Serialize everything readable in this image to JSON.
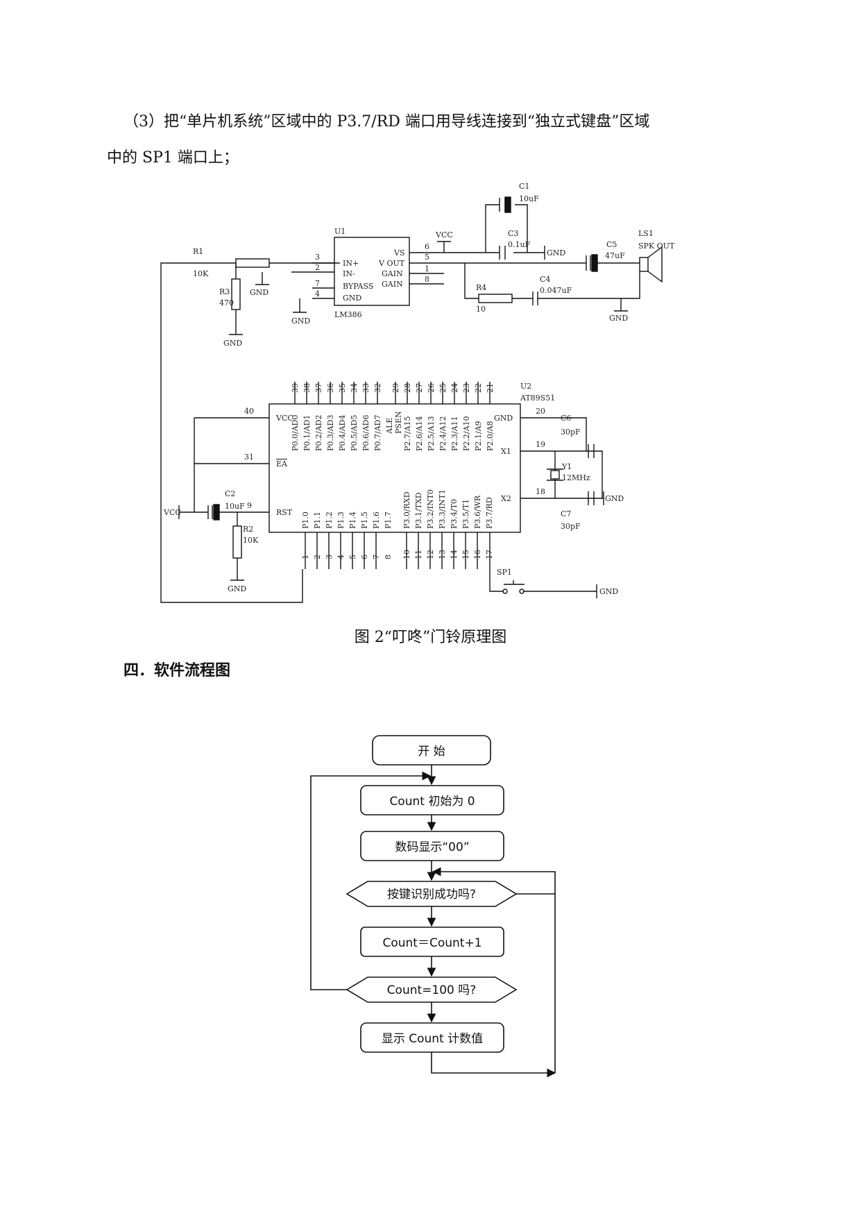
{
  "step_text": {
    "prefix": "（3）把“单片机系统”区域中的 P3.7/RD 端口用导线连接到“独立式键盘”区域",
    "suffix": "中的 SP1 端口上；"
  },
  "schematic": {
    "lm386": {
      "ref": "U1",
      "part": "LM386",
      "left_pins": [
        {
          "num": "3",
          "name": "IN+"
        },
        {
          "num": "2",
          "name": "IN-"
        },
        {
          "num": "7",
          "name": "BYPASS"
        },
        {
          "num": "4",
          "name": "GND"
        }
      ],
      "right_pins": [
        {
          "num": "6",
          "name": "VS"
        },
        {
          "num": "5",
          "name": "V OUT"
        },
        {
          "num": "1",
          "name": "GAIN"
        },
        {
          "num": "8",
          "name": "GAIN"
        }
      ]
    },
    "mcu": {
      "ref": "U2",
      "part": "AT89S51",
      "top_pins": [
        "39",
        "38",
        "37",
        "36",
        "35",
        "34",
        "33",
        "32",
        "",
        "",
        "29",
        "28",
        "27",
        "26",
        "25",
        "24",
        "23",
        "22",
        "21"
      ],
      "port0": [
        "P0.0/AD0",
        "P0.1/AD1",
        "P0.2/AD2",
        "P0.3/AD3",
        "P0.4/AD4",
        "P0.5/AD5",
        "P0.6/AD6",
        "P0.7/AD7"
      ],
      "ale": "ALE",
      "psen": "PSEN",
      "port2": [
        "P2.7/A15",
        "P2.6/A14",
        "P2.5/A13",
        "P2.4/A12",
        "P2.3/A11",
        "P2.2/A10",
        "P2.1/A9",
        "P2.0/A8"
      ],
      "port1": [
        "P1.0",
        "P1.1",
        "P1.2",
        "P1.3",
        "P1.4",
        "P1.5",
        "P1.6",
        "P1.7"
      ],
      "port3": [
        "P3.0/RXD",
        "P3.1/TXD",
        "P3.2/INT0",
        "P3.3/INT1",
        "P3.4/T0",
        "P3.5/T1",
        "P3.6/WR",
        "P3.7/RD"
      ],
      "bottom_left_pins": [
        "1",
        "2",
        "3",
        "4",
        "5",
        "6",
        "7",
        "8"
      ],
      "bottom_right_pins": [
        "10",
        "11",
        "12",
        "13",
        "14",
        "15",
        "16",
        "17"
      ],
      "vcc": "VCC",
      "ea": "EA",
      "rst": "RST",
      "gnd": "GND",
      "x1": "X1",
      "x2": "X2",
      "pin_vcc": "40",
      "pin_ea": "31",
      "pin_rst": "9",
      "pin_gnd": "20",
      "pin_x1": "19",
      "pin_x2": "18"
    },
    "components": {
      "r1": {
        "ref": "R1",
        "value": "10K"
      },
      "r3": {
        "ref": "R3",
        "value": "470"
      },
      "r4": {
        "ref": "R4",
        "value": "10"
      },
      "r2": {
        "ref": "R2",
        "value": "10K"
      },
      "c1": {
        "ref": "C1",
        "value": "10uF"
      },
      "c3": {
        "ref": "C3",
        "value": "0.1uF"
      },
      "c5": {
        "ref": "C5",
        "value": "47uF"
      },
      "c4": {
        "ref": "C4",
        "value": "0.047uF"
      },
      "c6": {
        "ref": "C6",
        "value": "30pF"
      },
      "c7": {
        "ref": "C7",
        "value": "30pF"
      },
      "c2": {
        "ref": "C2",
        "value": "10uF"
      },
      "y1": {
        "ref": "Y1",
        "value": "12MHz"
      },
      "ls1": {
        "ref": "LS1",
        "value": "SPK OUT"
      },
      "sp1": {
        "ref": "SP1"
      }
    },
    "gnd": "GND",
    "vcc": "VCC"
  },
  "figure_caption": "图 2“叮咚”门铃原理图",
  "section_heading": "四．软件流程图",
  "flowchart": {
    "start": "开    始",
    "init": "Count 初始为 0",
    "display_00": "数码显示“00”",
    "key_check": "按键识别成功吗?",
    "increment": "Count＝Count+1",
    "limit_check": "Count=100 吗?",
    "show_count": "显示 Count 计数值"
  }
}
